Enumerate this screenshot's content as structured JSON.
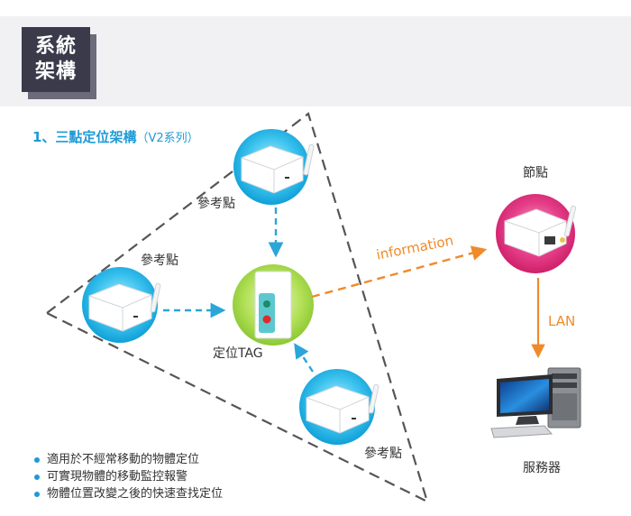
{
  "header": {
    "badge_line1": "系統",
    "badge_line2": "架構",
    "title": "1、三點定位架構",
    "title_sub": "（V2系列）"
  },
  "nodes": {
    "reference_top": "參考點",
    "reference_left": "參考點",
    "reference_bottom": "參考點",
    "tag": "定位TAG",
    "node": "節點",
    "server": "服務器"
  },
  "links": {
    "information": "information",
    "lan": "LAN"
  },
  "bullets": [
    "適用於不經常移動的物體定位",
    "可實現物體的移動監控報警",
    "物體位置改變之後的快速查找定位"
  ],
  "colors": {
    "blue_accent": "#1e9ad6",
    "orange_accent": "#f08a2a",
    "green_circle": "#a6d64a",
    "pink_circle": "#e0337a",
    "badge_bg": "#3b3a4a"
  }
}
